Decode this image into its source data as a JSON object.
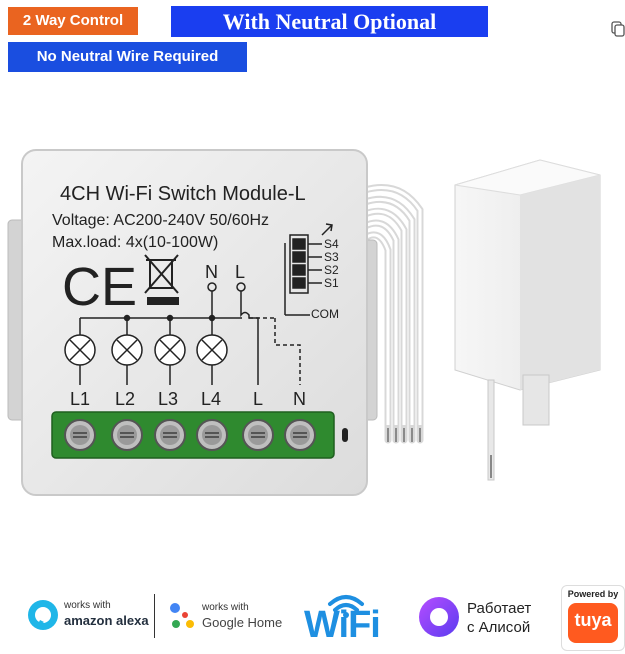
{
  "badges": {
    "two_way": "2 Way Control",
    "neutral_optional": "With Neutral Optional",
    "no_neutral": "No Neutral Wire Required"
  },
  "module": {
    "title": "4CH Wi-Fi Switch Module-L",
    "voltage": "Voltage: AC200-240V 50/60Hz",
    "max_load": "Max.load: 4x(10-100W)",
    "ce_mark": "CE",
    "n_label": "N",
    "l_label": "L",
    "switch_labels": [
      "S4",
      "S3",
      "S2",
      "S1"
    ],
    "com_label": "COM",
    "terminal_labels": [
      "L1",
      "L2",
      "L3",
      "L4",
      "L",
      "N"
    ]
  },
  "logos": {
    "alexa_works": "works with",
    "alexa_brand": "amazon alexa",
    "google_works": "works with",
    "google_brand": "Google Home",
    "wifi": "WiFi",
    "alice_line1": "Работает",
    "alice_line2": "с Алисой",
    "tuya_powered": "Powered by",
    "tuya_brand": "tuya"
  },
  "colors": {
    "orange_badge": "#ea6420",
    "blue_badge": "#1a3ef0",
    "terminal_green": "#2f8a2f",
    "wifi_blue": "#1e8fe1",
    "tuya_orange": "#ff5a1f",
    "alice_purple": "#8a3ffc"
  }
}
